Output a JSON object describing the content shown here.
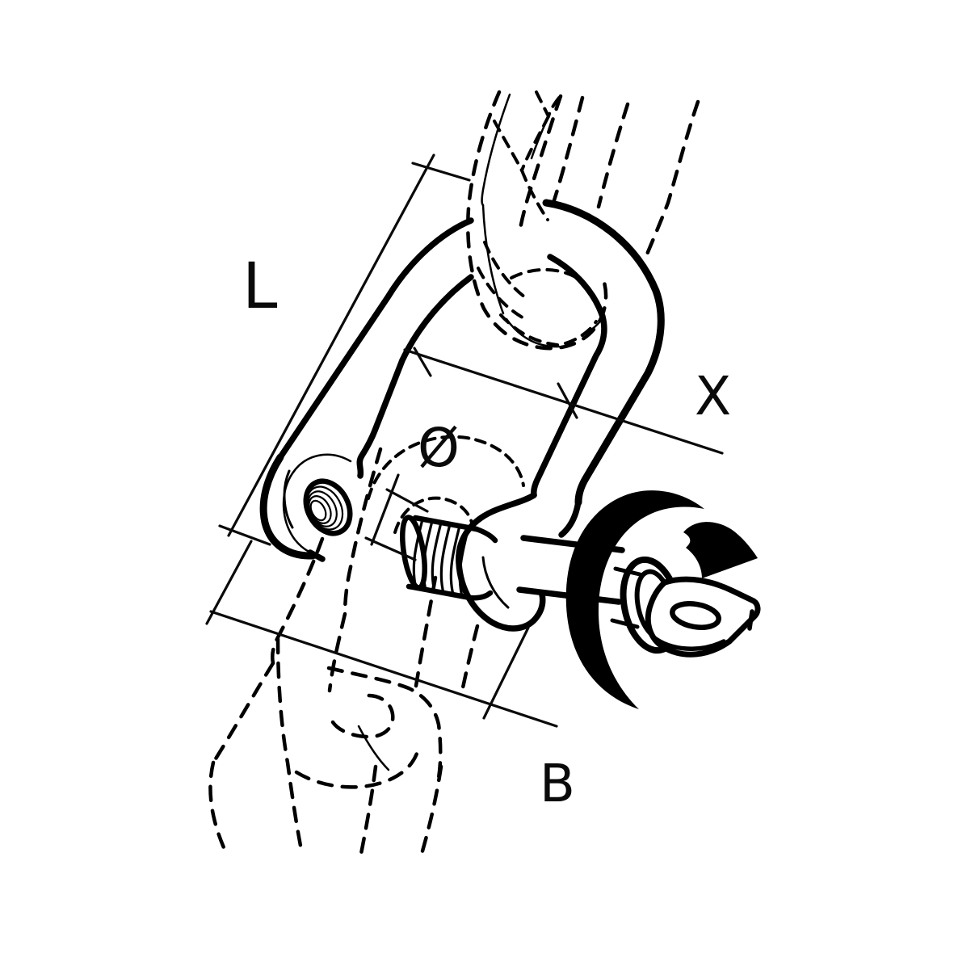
{
  "figure": {
    "background": "#ffffff",
    "line_color": "#000000"
  },
  "labels": {
    "L": "L",
    "X": "X",
    "diameter": "Ø",
    "B": "B"
  }
}
